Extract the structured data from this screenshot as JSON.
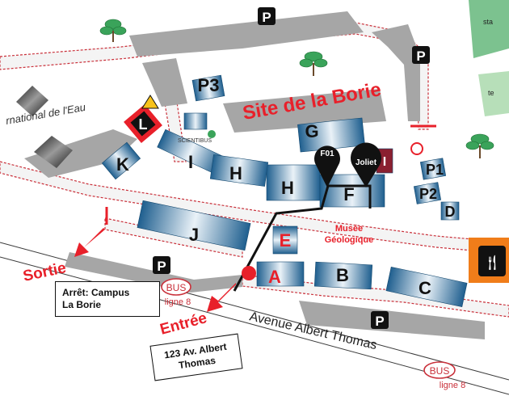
{
  "site_title": "Site de la Borie",
  "street": "Avenue Albert Thomas",
  "side_road_label": "rnational de l'Eau",
  "buildings": {
    "A": "A",
    "B": "B",
    "C": "C",
    "D": "D",
    "E": "E",
    "F": "F",
    "G": "G",
    "H1": "H",
    "H2": "H",
    "I": "I",
    "J": "J",
    "K": "K",
    "L": "L",
    "P3": "P3",
    "P1": "P1",
    "P2": "P2",
    "small": "I"
  },
  "parking_symbol": "P",
  "markers": {
    "f01": "F01",
    "joliet": "Joliet"
  },
  "museum": {
    "line1": "Musée",
    "line2": "Géologique"
  },
  "entrance": "Entrée",
  "exit": "Sortie",
  "bus_badge": "BUS",
  "bus_line": "ligne 8",
  "bus_stop": {
    "line1": "Arrêt: Campus",
    "line2": "La Borie"
  },
  "address": {
    "line1": "123 Av. Albert",
    "line2": "Thomas"
  },
  "science_bus": "SCIENTIBUS",
  "edge_labels": {
    "green1": "sta",
    "green2": "te"
  },
  "colors": {
    "red": "#e8202a",
    "building_blue": "#1f5f8f",
    "gray": "#a6a6a6",
    "green": "#3aa35a",
    "orange": "#f07d1a"
  }
}
